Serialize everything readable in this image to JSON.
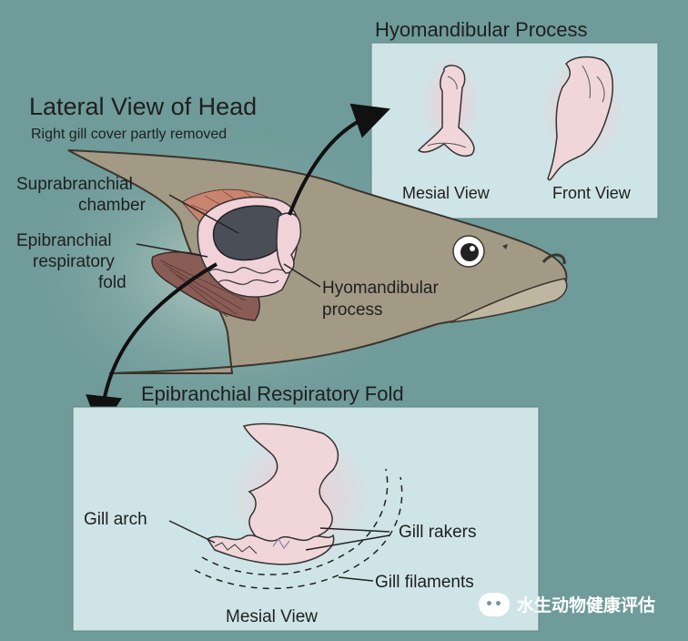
{
  "lateral": {
    "title": "Lateral View of Head",
    "subtitle": "Right gill cover partly removed"
  },
  "hyomandibular_panel": {
    "title": "Hyomandibular Process",
    "mesial_label": "Mesial View",
    "front_label": "Front View"
  },
  "head_labels": {
    "suprabranchial_line1": "Suprabranchial",
    "suprabranchial_line2": "chamber",
    "epibranchial_line1": "Epibranchial",
    "epibranchial_line2": "respiratory",
    "epibranchial_line3": "fold",
    "hyomandibular_line1": "Hyomandibular",
    "hyomandibular_line2": "process"
  },
  "fold_panel": {
    "title": "Epibranchial Respiratory Fold",
    "gill_arch": "Gill arch",
    "gill_rakers": "Gill rakers",
    "gill_filaments": "Gill filaments",
    "mesial_label": "Mesial View"
  },
  "watermark": {
    "text": "水生动物健康评估",
    "icon": "wechat-icon"
  },
  "colors": {
    "background": "#6f9b9a",
    "panel": "#cfe4e6",
    "head": "#a39a86",
    "pink_tissue": "#f0d2d8",
    "gills": "#8a5c56",
    "arrow": "#111111"
  }
}
